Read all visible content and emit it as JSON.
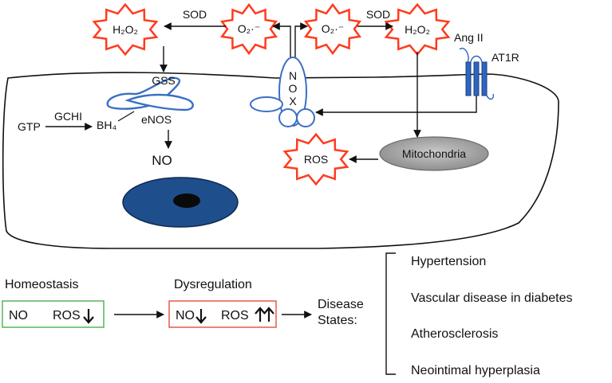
{
  "colors": {
    "burst_stroke": "#ff3b1e",
    "membrane_blue": "#3a6fc4",
    "nucleus": "#1f4e8c",
    "mitochondria": "#9a9a9a",
    "homeostasis_box": "#4caf50",
    "dysregulation_box": "#e0503a",
    "receptor_blue": "#2f64c0"
  },
  "bursts": {
    "h2o2_left": "H₂O₂",
    "o2_left": "O₂·⁻",
    "o2_right": "O₂·⁻",
    "h2o2_right": "H₂O₂",
    "ros": "ROS"
  },
  "labels": {
    "sod_left": "SOD",
    "sod_right": "SOD",
    "ang2": "Ang II",
    "at1r": "AT1R",
    "gss": "GSS",
    "gchi": "GCHI",
    "gtp": "GTP",
    "bh4": "BH₄",
    "enos": "eNOS",
    "no": "NO",
    "mitochondria": "Mitochondria",
    "nox_n": "N",
    "nox_o": "O",
    "nox_x": "X"
  },
  "states": {
    "homeostasis_title": "Homeostasis",
    "homeostasis_no": "NO",
    "homeostasis_ros": "ROS",
    "dysregulation_title": "Dysregulation",
    "dysregulation_no": "NO",
    "dysregulation_ros": "ROS",
    "disease_line1": "Disease",
    "disease_line2": "States:"
  },
  "diseases": [
    "Hypertension",
    "Vascular disease in diabetes",
    "Atherosclerosis",
    "Neointimal hyperplasia"
  ],
  "icons": {
    "down_arrow": "down-arrow-icon",
    "double_up_arrow": "double-up-arrow-icon"
  }
}
